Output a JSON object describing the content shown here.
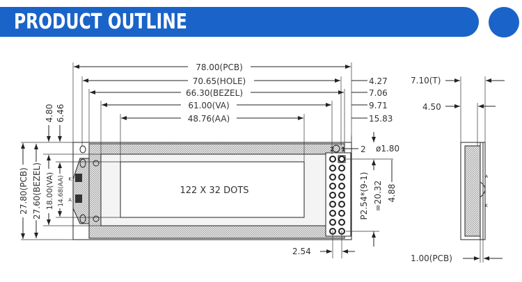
{
  "header": {
    "title": "PRODUCT OUTLINE",
    "accent_color": "#1a63c9"
  },
  "front_view": {
    "display_text": "122 X 32 DOTS",
    "top_dims": [
      "78.00(PCB)",
      "70.65(HOLE)",
      "66.30(BEZEL)",
      "61.00(VA)",
      "48.76(AA)"
    ],
    "right_dims": [
      "4.27",
      "7.06",
      "9.71",
      "15.83"
    ],
    "left_top_dims": [
      "4.80",
      "6.46"
    ],
    "left_dims": [
      "27.80(PCB)",
      "27.60(BEZEL)",
      "18.00(VA)",
      "14.68(AA)"
    ],
    "backlight_labels": [
      "K",
      "A"
    ],
    "pin_labels": [
      "2",
      "1"
    ],
    "pin_dims": {
      "hole": "2",
      "diameter": "ø1.80",
      "pitch": "P2.54*(9-1)",
      "pitch_total": "=20.32",
      "offset": "4.88",
      "spacing": "2.54"
    }
  },
  "side_view": {
    "thickness": "7.10(T)",
    "glass": "4.50",
    "pcb": "1.00(PCB)",
    "labels": [
      "A",
      "K"
    ]
  }
}
